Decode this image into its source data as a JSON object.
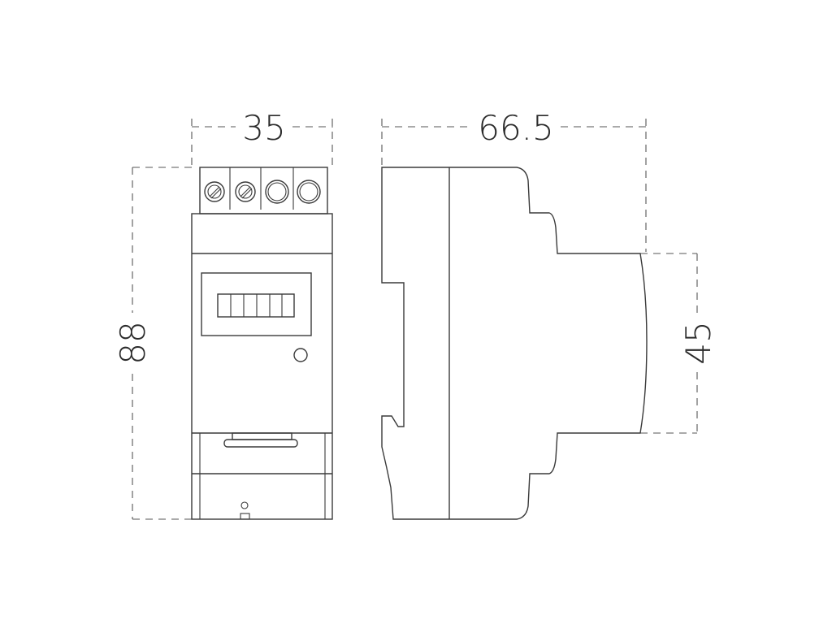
{
  "dimensions": {
    "front_width": "35",
    "side_depth": "66.5",
    "height": "88",
    "rail_height": "45"
  },
  "colors": {
    "line": "#3a3a3a",
    "dimension_line": "#555555",
    "text": "#2b2b2b",
    "background": "#ffffff"
  },
  "icons": {
    "terminal_screw_slotted": "screw-terminal-icon",
    "terminal_screw_round": "round-terminal-icon",
    "led": "indicator-led-icon"
  }
}
